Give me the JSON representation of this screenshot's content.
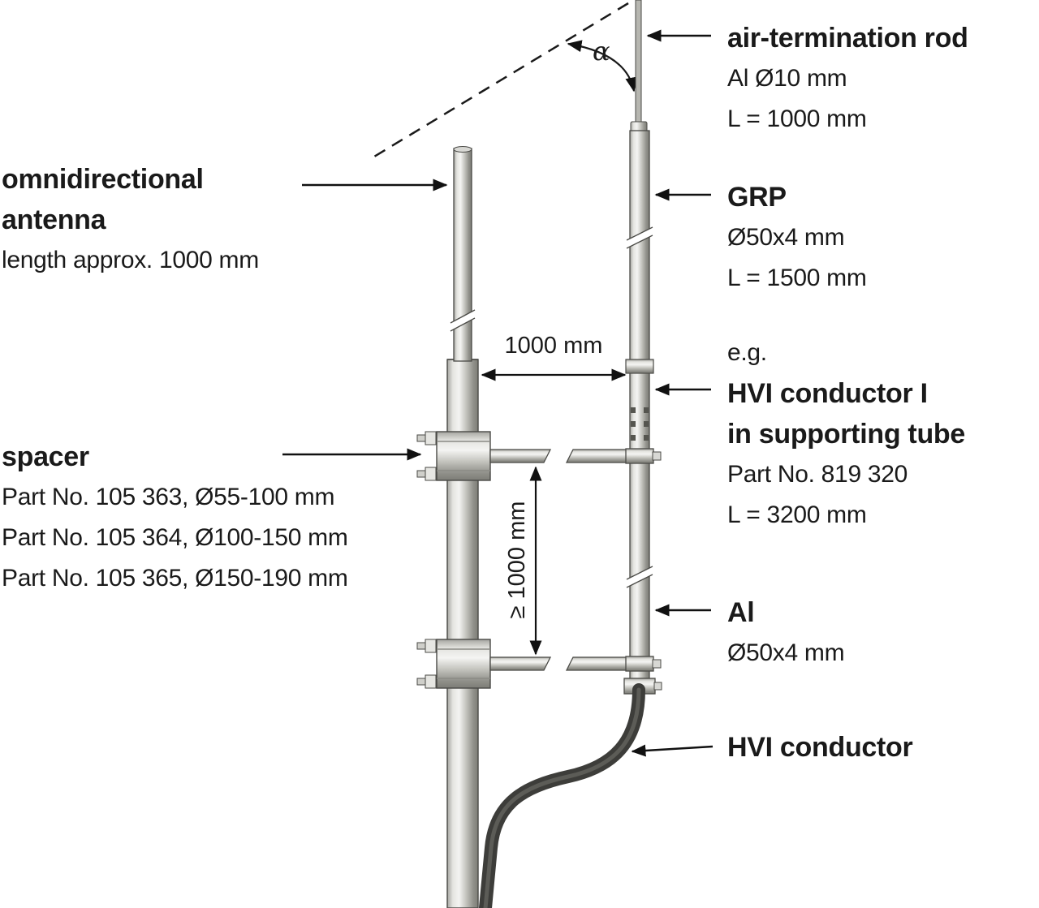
{
  "diagram": {
    "alpha_symbol": "α",
    "dim_horizontal": "1000 mm",
    "dim_vertical": "≥ 1000 mm"
  },
  "labels": {
    "antenna": {
      "title1": "omnidirectional",
      "title2": "antenna",
      "subtitle": "length approx. 1000 mm"
    },
    "spacer": {
      "title": "spacer",
      "line1": "Part No. 105 363, Ø55-100 mm",
      "line2": "Part No. 105 364, Ø100-150 mm",
      "line3": "Part No. 105 365, Ø150-190 mm"
    },
    "air_termination_rod": {
      "title": "air-termination rod",
      "line1": "Al Ø10 mm",
      "line2": "L = 1000 mm"
    },
    "grp": {
      "title": "GRP",
      "line1": "Ø50x4 mm",
      "line2": "L = 1500 mm"
    },
    "hvi_supporting_tube": {
      "eg": "e.g.",
      "title1": "HVI conductor I",
      "title2": "in supporting tube",
      "line1": "Part No. 819 320",
      "line2": "L = 3200 mm"
    },
    "al_tube": {
      "title": "Al",
      "line1": "Ø50x4 mm"
    },
    "hvi_conductor": {
      "title": "HVI conductor"
    }
  },
  "colors": {
    "text": "#1a1a1a",
    "pipe_light": "#f4f4f2",
    "pipe_mid": "#c2c2bc",
    "pipe_dark": "#7d7d76",
    "cable": "#3d3d3a",
    "line": "#111111"
  }
}
